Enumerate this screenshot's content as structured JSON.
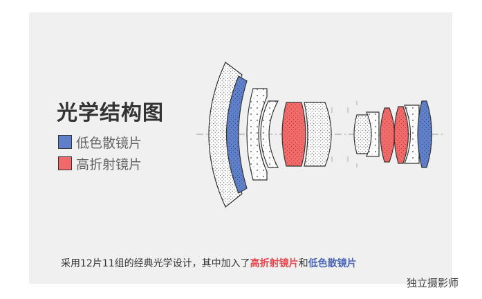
{
  "title": "光学结构图",
  "legend": [
    {
      "label": "低色散镜片",
      "color": "#5f7fc9"
    },
    {
      "label": "高折射镜片",
      "color": "#f06a6a"
    }
  ],
  "caption": {
    "prefix": "采用12片11组的经典光学设计，其中加入了",
    "highlight_high": "高折射镜片",
    "conj": "和",
    "highlight_low": "低色散镜片"
  },
  "watermark": "独立摄影师",
  "colors": {
    "low_dispersion": "#5f7fc9",
    "high_refraction": "#f06a6a",
    "plain": "#ffffff",
    "outline": "#333333"
  }
}
